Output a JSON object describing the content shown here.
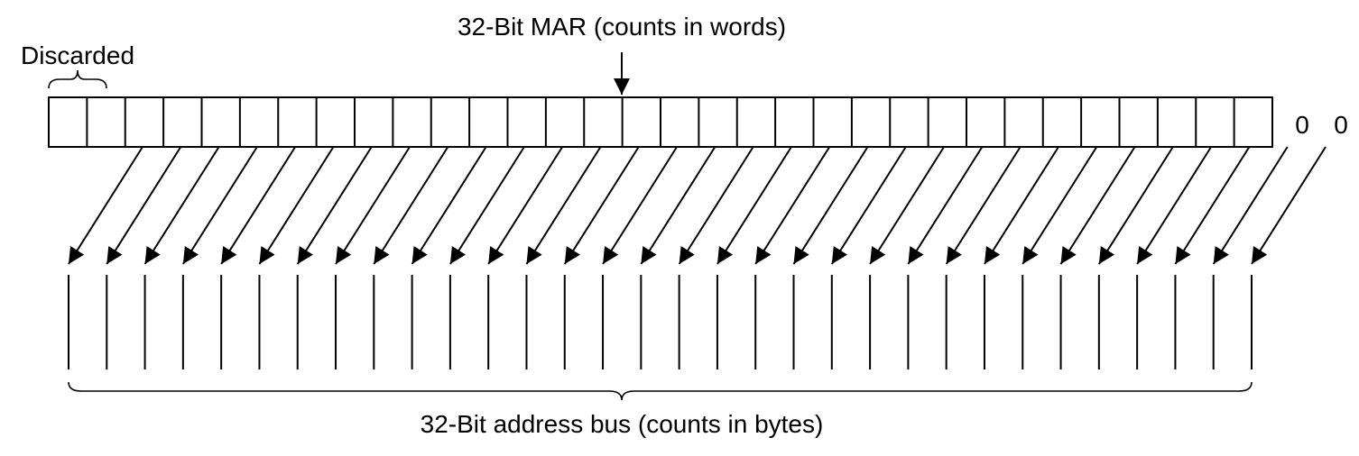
{
  "labels": {
    "mar_title": "32-Bit MAR (counts in words)",
    "discarded": "Discarded",
    "zero_a": "0",
    "zero_b": "0",
    "bus_title": "32-Bit address bus (counts in bytes)"
  },
  "mar": {
    "bit_count": 32,
    "discarded_bits": 2
  },
  "bus": {
    "line_count": 32,
    "zero_padded_low_bits": 2
  },
  "colors": {
    "stroke": "#000000",
    "background": "#ffffff"
  }
}
